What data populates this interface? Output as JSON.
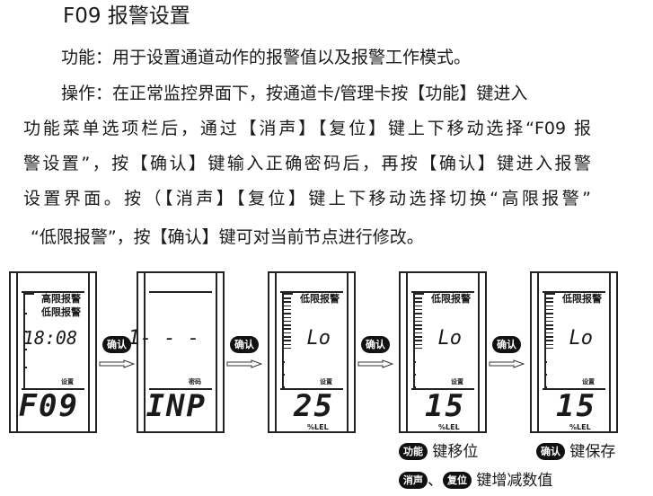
{
  "title": "F09 报警设置",
  "paragraph": [
    "功能：用于设置通道动作的报警值以及报警工作模式。",
    "操作：在正常监控界面下，按通道卡/管理卡按【功能】键进入",
    "功能菜单选项栏后，通过【消声】【复位】键上下移动选择“F09 报",
    "警设置”，按【确认】键输入正确密码后，再按【确认】键进入报警",
    "设置界面。按（【消声】【复位】键上下移动选择切换“高限报警”",
    "“低限报警”，按【确认】键可对当前节点进行修改。"
  ],
  "panels": [
    {
      "label1": "高限报警",
      "label2": "低限报警",
      "value": "18:08",
      "small": "设置",
      "main": "F09",
      "unit": ""
    },
    {
      "label1": "",
      "label2": "",
      "value": "1- - -",
      "small": "密码",
      "main": "INP",
      "unit": ""
    },
    {
      "label1": "低限报警",
      "label2": "",
      "value": "Lo",
      "small": "设置",
      "main": "25",
      "unit": "%LEL"
    },
    {
      "label1": "低限报警",
      "label2": "",
      "value": "Lo",
      "small": "设置",
      "main": "15",
      "unit": "%LEL"
    },
    {
      "label1": "低限报警",
      "label2": "",
      "value": "Lo",
      "small": "设置",
      "main": "15",
      "unit": "%LEL"
    }
  ],
  "confirm_badge": "确认",
  "legend": {
    "func_badge": "功能",
    "func_text": "键移位",
    "confirm_badge": "确认",
    "confirm_text": "键保存",
    "mute_badge": "消声",
    "sep": "、",
    "reset_badge": "复位",
    "adjust_text": "键增减数值"
  }
}
